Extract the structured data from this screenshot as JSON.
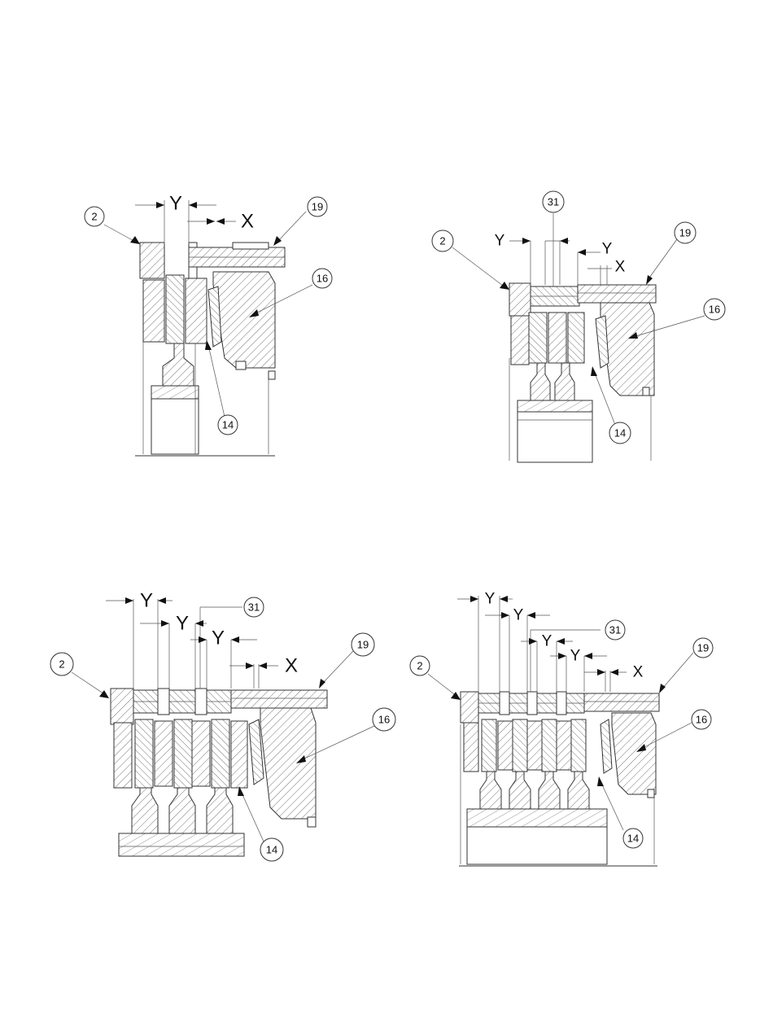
{
  "figures": [
    {
      "name": "assembly-1-section",
      "dim_labels": [
        "Y",
        "X"
      ],
      "callouts": [
        "2",
        "19",
        "16",
        "14"
      ]
    },
    {
      "name": "assembly-2-section",
      "dim_labels": [
        "Y",
        "Y",
        "X"
      ],
      "callouts": [
        "31",
        "2",
        "19",
        "16",
        "14"
      ]
    },
    {
      "name": "assembly-3-section",
      "dim_labels": [
        "Y",
        "Y",
        "Y",
        "X"
      ],
      "callouts": [
        "31",
        "2",
        "19",
        "16",
        "14"
      ]
    },
    {
      "name": "assembly-4-section",
      "dim_labels": [
        "Y",
        "Y",
        "Y",
        "Y",
        "X"
      ],
      "callouts": [
        "31",
        "2",
        "19",
        "16",
        "14"
      ]
    }
  ]
}
